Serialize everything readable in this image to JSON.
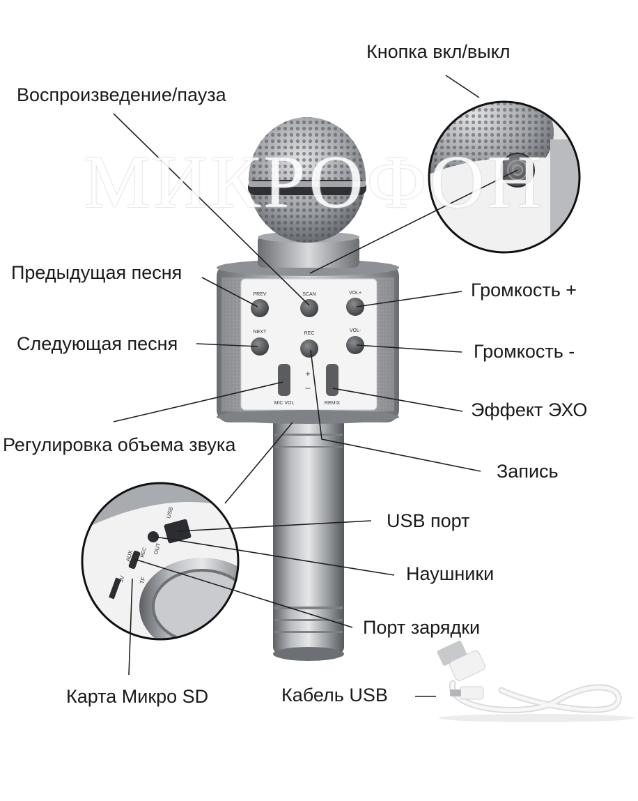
{
  "watermark": "МИКРОФОН",
  "labels": {
    "power": "Кнопка вкл/выкл",
    "play_pause": "Воспроизведение/пауза",
    "prev_song": "Предыдущая песня",
    "next_song": "Следующая песня",
    "vol_up": "Громкость +",
    "vol_down": "Громкость -",
    "echo": "Эффект ЭХО",
    "mic_volume": "Регулировка объема звука",
    "record": "Запись",
    "usb_port": "USB порт",
    "headphones": "Наушники",
    "charge_port": "Порт зарядки",
    "micro_sd": "Карта Микро SD",
    "usb_cable": "Кабель USB"
  },
  "device_text": {
    "prev": "PREV",
    "scan": "SCAN",
    "vol_plus": "VOL+",
    "next": "NEXT",
    "rec": "REC",
    "vol_minus": "VOL-",
    "mic_vol": "MIC VOL",
    "remix": "REMIX",
    "plus": "+",
    "minus": "–",
    "usb": "USB",
    "out": "OUT",
    "aux": "AUX",
    "rec_small": "REC",
    "five_v": "5V",
    "tf": "TF"
  },
  "colors": {
    "body_silver": "#9a9da1",
    "panel_white": "#f4f4f4",
    "button_dark": "#4a4b4e",
    "line": "#222222"
  }
}
